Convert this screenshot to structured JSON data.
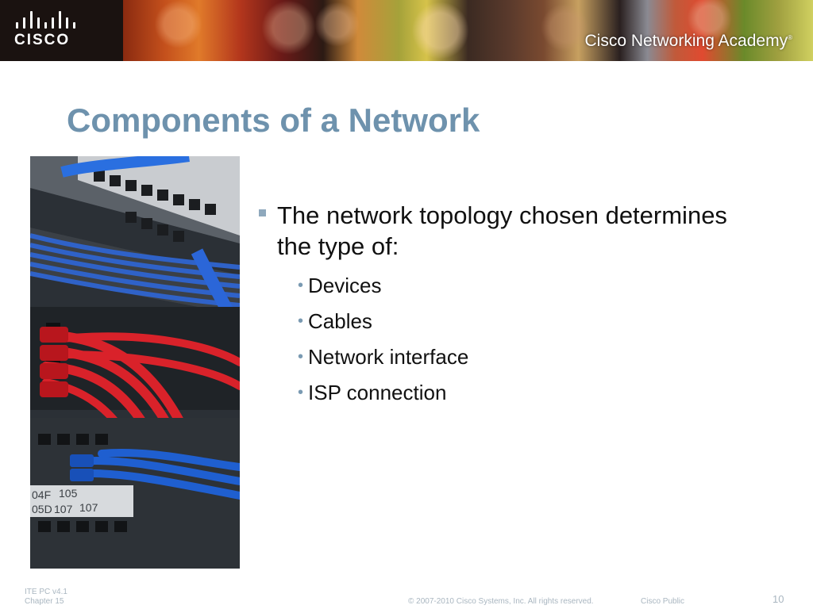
{
  "header": {
    "logo_text": "CISCO",
    "academy_title": "Cisco Networking Academy",
    "registered_mark": "®"
  },
  "slide": {
    "title": "Components of a Network",
    "bullet": "The network topology chosen determines the type of:",
    "sub_items": [
      "Devices",
      "Cables",
      "Network interface",
      "ISP connection"
    ]
  },
  "footer": {
    "course": "ITE PC v4.1",
    "chapter": "Chapter 15",
    "copyright": "© 2007-2010 Cisco Systems, Inc. All rights reserved.",
    "classification": "Cisco Public",
    "page_number": "10"
  },
  "colors": {
    "title": "#6e92ad",
    "bullet_square": "#8fa9bd",
    "footer_text": "#a9b6c0",
    "cable_red": "#d9222a",
    "cable_blue": "#1f5fd0"
  },
  "icons": {
    "logo": "cisco-bridge-logo",
    "main_bullet": "square-bullet",
    "sub_bullet": "dot-bullet"
  }
}
